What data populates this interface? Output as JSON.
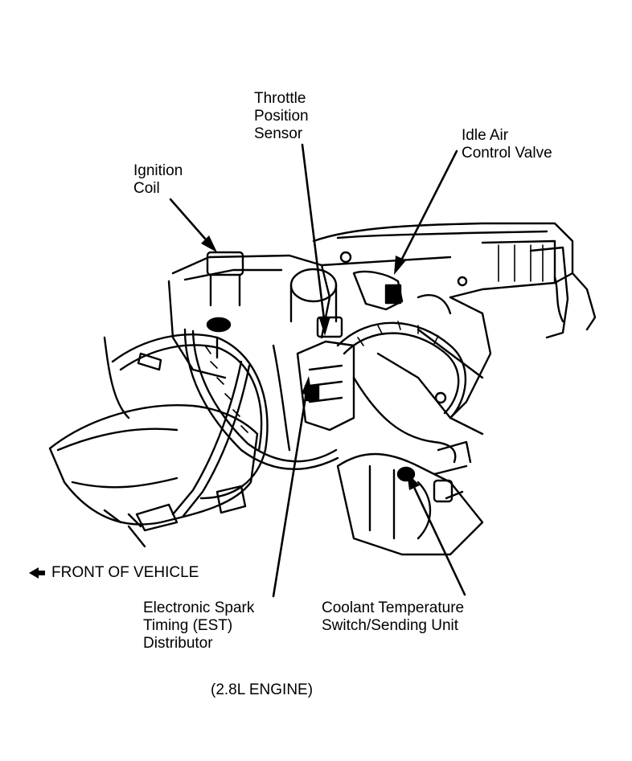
{
  "labels": {
    "throttle_position_sensor": "Throttle\nPosition\nSensor",
    "idle_air_control_valve": "Idle Air\nControl Valve",
    "ignition_coil": "Ignition\nCoil",
    "front_of_vehicle": "FRONT OF VEHICLE",
    "est_distributor": "Electronic Spark\nTiming (EST)\nDistributor",
    "coolant_temp_switch": "Coolant Temperature\nSwitch/Sending Unit",
    "engine_caption": "(2.8L ENGINE)"
  },
  "icons": {
    "front_direction": "left-arrow-icon"
  },
  "colors": {
    "ink": "#000000",
    "paper": "#ffffff"
  }
}
